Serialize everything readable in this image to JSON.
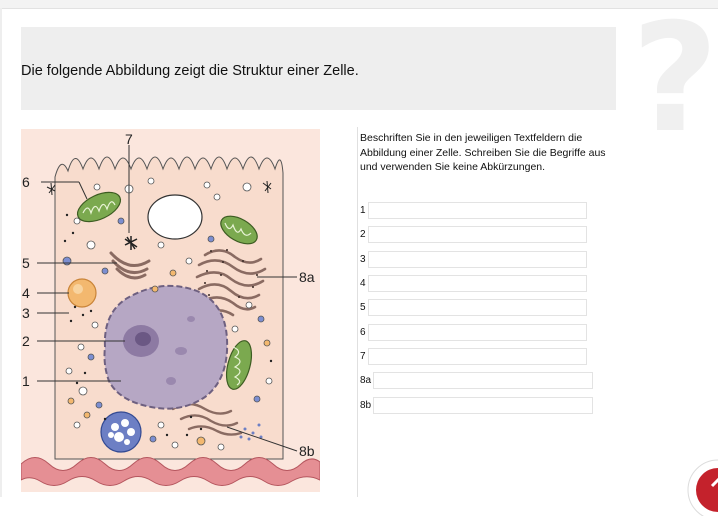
{
  "question": {
    "title": "Die folgende Abbildung zeigt die Struktur einer Zelle.",
    "instructions": "Beschriften Sie in den jeweiligen Textfeldern die Abbildung einer Zelle. Schreiben Sie die Begriffe aus und verwenden Sie keine Abkürzungen."
  },
  "help_icon": "question-mark-icon",
  "figure": {
    "labels": {
      "l1": "1",
      "l2": "2",
      "l3": "3",
      "l4": "4",
      "l5": "5",
      "l6": "6",
      "l7": "7",
      "l8a": "8a",
      "l8b": "8b"
    }
  },
  "fields": [
    {
      "label": "1",
      "value": ""
    },
    {
      "label": "2",
      "value": ""
    },
    {
      "label": "3",
      "value": ""
    },
    {
      "label": "4",
      "value": ""
    },
    {
      "label": "5",
      "value": ""
    },
    {
      "label": "6",
      "value": ""
    },
    {
      "label": "7",
      "value": ""
    },
    {
      "label": "8a",
      "value": ""
    },
    {
      "label": "8b",
      "value": ""
    }
  ],
  "colors": {
    "cytoplasm": "#f8dccd",
    "background": "#fbe6dd",
    "membrane": "#e58f94",
    "nucleus": "#b6a7c4",
    "mitochondrion": "#7ba94f",
    "er": "#8a6b62",
    "lysosome": "#f3b86f",
    "vesicle_blue": "#7c8ed1",
    "accent_red": "#c4222c"
  }
}
